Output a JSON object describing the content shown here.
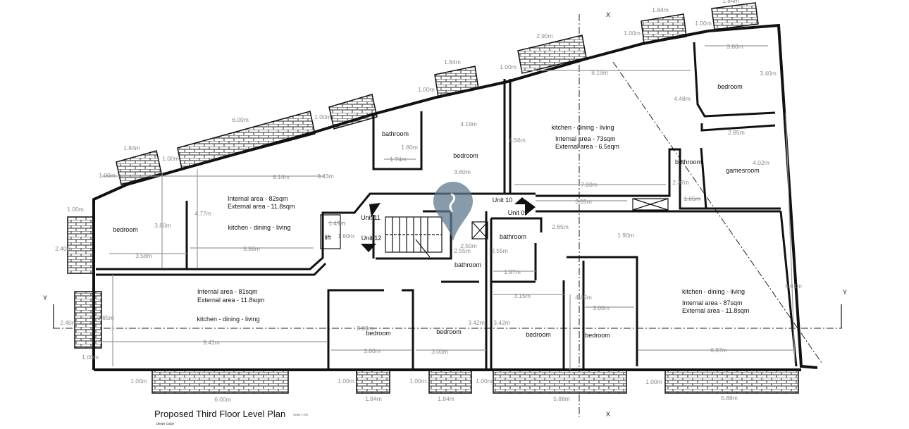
{
  "title": "Proposed Third Floor Level Plan",
  "scale": "Scale 1:100",
  "subtitle": "clean copy",
  "axes": [
    "X",
    "X",
    "Y",
    "Y"
  ],
  "rooms": [
    "bedroom",
    "Internal area - 82sqm",
    "External area - 11.8sqm",
    "kitchen - dining - living",
    "bathroom",
    "bedroom",
    "kitchen - dining - living",
    "Internal area - 73sqm",
    "External area - 6.5sqm",
    "bedroom",
    "bathroom",
    "gamesroom",
    "lift",
    "bathroom",
    "bathroom",
    "Internal area - 81sqm",
    "External area - 11.8sqm",
    "kitchen - dining - living",
    "bedroom",
    "bedroom",
    "bedroom",
    "bedroom",
    "kitchen - dining - living",
    "Internal area - 87sqm",
    "External area - 11.8sqm"
  ],
  "units": [
    "Unit 11",
    "Unit 12",
    "Unit 10",
    "Unit 09"
  ],
  "dimensions": [
    "1.84m",
    "1.00m",
    "1.00m",
    "6.00m",
    "1.00m",
    "8.14m",
    "3.43m",
    "4.77m",
    "3.80m",
    "3.58m",
    "5.56m",
    "1.84m",
    "1.00m",
    "2.90m",
    "1.00m",
    "8.19m",
    "1.84m",
    "1.00m",
    "1.84m",
    "1.00m",
    "3.60m",
    "3.40m",
    "4.48m",
    "2.85m",
    "4.02m",
    "1.80m",
    "1.74m",
    "4.19m",
    "3.60m",
    "4.56m",
    "7.00m",
    "3.85m",
    "2.37m",
    "1.65m",
    "2.65m",
    "1.90m",
    "1.45m",
    "1.60m",
    "2.40m",
    "1.00m",
    "2.50m",
    "2.55m",
    "2.55m",
    "1.97m",
    "2.40m",
    "3.85m",
    "9.41m",
    "3.00m",
    "3.60m",
    "3.42m",
    "3.42m",
    "3.15m",
    "3.00m",
    "4.45m",
    "3.00m",
    "6.61m",
    "6.97m",
    "1.00m",
    "1.00m",
    "6.00m",
    "1.00m",
    "1.84m",
    "1.00m",
    "1.84m",
    "1.00m",
    "5.88m",
    "1.00m",
    "5.88m"
  ],
  "colors": {
    "wall": "#111111",
    "dimension": "#8a8a8a",
    "watermark": "#5f7a90"
  }
}
